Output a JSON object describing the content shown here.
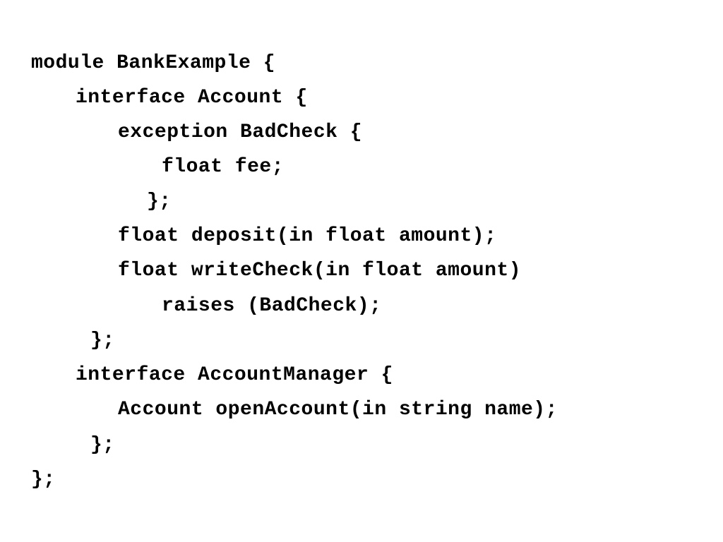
{
  "code": {
    "lines": [
      "module BankExample {",
      "interface Account {",
      "exception BadCheck {",
      "float fee;",
      "};",
      "float deposit(in float amount);",
      "float writeCheck(in float amount)",
      "raises (BadCheck);",
      "};",
      "interface AccountManager {",
      "Account openAccount(in string name);",
      "};",
      "};"
    ]
  }
}
